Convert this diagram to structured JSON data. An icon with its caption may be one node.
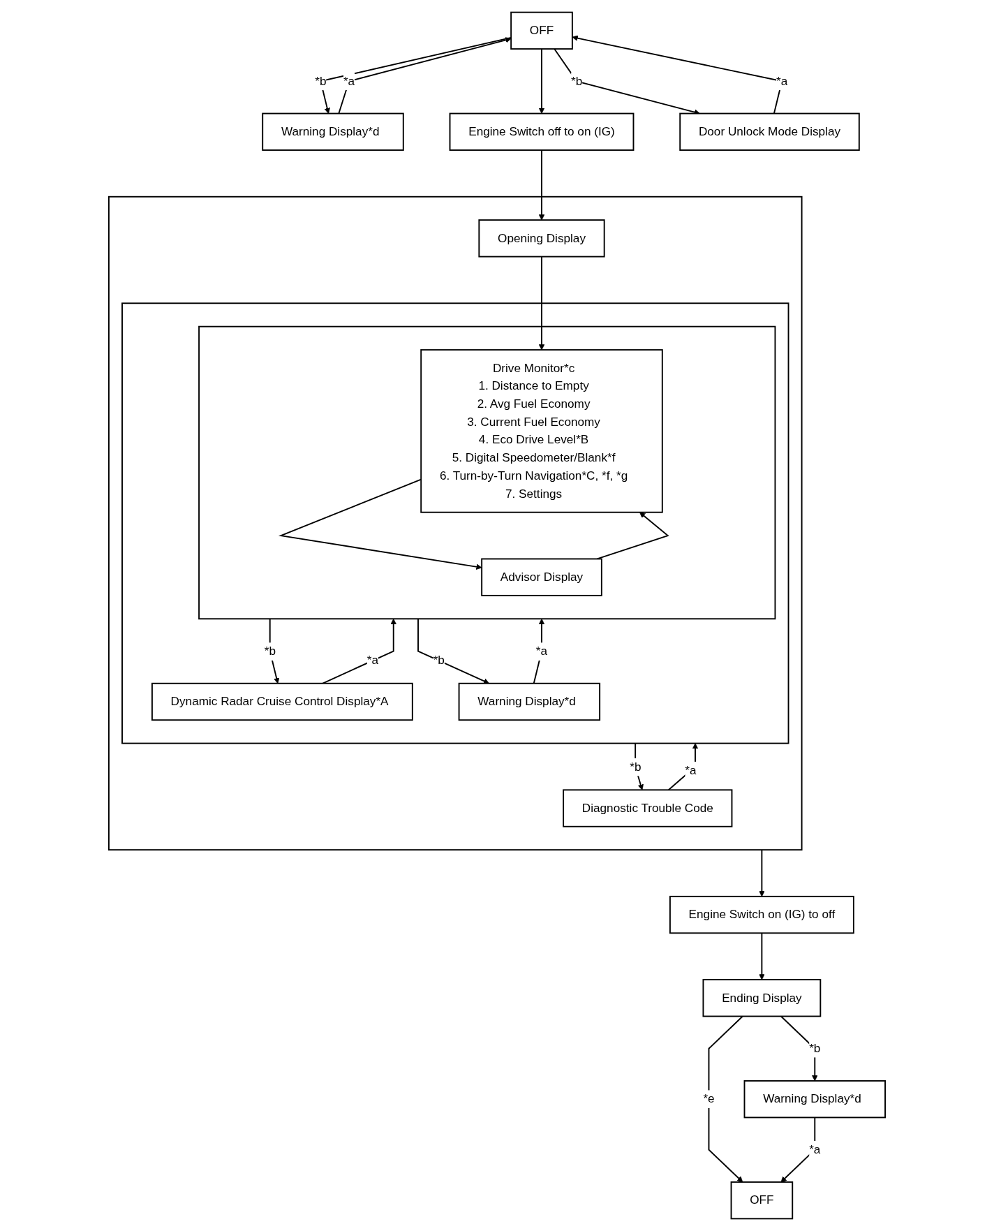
{
  "diagram": {
    "nodes": [
      {
        "text": [
          "OFF"
        ]
      },
      {
        "text": [
          "Warning Display*d"
        ]
      },
      {
        "text": [
          "Engine Switch off to on (IG)"
        ]
      },
      {
        "text": [
          "Door Unlock Mode Display"
        ]
      },
      {
        "text": [],
        "shape": "box"
      },
      {
        "text": [
          "Opening Display"
        ],
        "in": 4
      },
      {
        "text": [
          "Diagnostic Trouble Code"
        ],
        "in": 4
      },
      {
        "text": [],
        "shape": "box",
        "in": 4
      },
      {
        "text": [],
        "shape": "box",
        "in": 7
      },
      {
        "text": [
          "Drive Monitor*c",
          "1. Distance to Empty",
          "2. Avg Fuel Economy",
          "3. Current Fuel Economy",
          "4. Eco Drive Level*B",
          "5. Digital Speedometer/Blank*f",
          "6. Turn-by-Turn Navigation*C, *f, *g",
          "7. Settings"
        ],
        "in": 8
      },
      {
        "text": [
          "Advisor Display"
        ],
        "in": 8
      },
      {
        "text": [
          "Warning Display*d"
        ],
        "in": 7
      },
      {
        "text": [
          "Dynamic Radar Cruise Control Display*A"
        ],
        "in": 7
      },
      {
        "text": [
          "Engine Switch on (IG) to off"
        ]
      },
      {
        "text": [
          "Warning Display*d"
        ]
      },
      {
        "text": [
          "Ending Display"
        ]
      },
      {
        "text": [
          "OFF"
        ]
      }
    ],
    "edges": [
      {
        "from": 0,
        "to": 2,
        "arrow": "to"
      },
      {
        "from": 1,
        "to": 0,
        "arrow": "to",
        "label": "*a"
      },
      {
        "from": 0,
        "to": 1,
        "arrow": "to",
        "label": "*b"
      },
      {
        "from": 0,
        "to": 3,
        "arrow": "to",
        "label": "*b"
      },
      {
        "from": 3,
        "to": 0,
        "arrow": "to",
        "label": "*a"
      },
      {
        "from": 2,
        "to": 5,
        "arrow": "to"
      },
      {
        "from": 5,
        "to": 9,
        "arrow": "to"
      },
      {
        "from": 7,
        "to": 6,
        "arrow": "to",
        "label": "*b"
      },
      {
        "from": 6,
        "to": 7,
        "arrow": "to",
        "label": "*a"
      },
      {
        "from": 11,
        "to": 8,
        "arrow": "to",
        "label": "*a"
      },
      {
        "from": 8,
        "to": 11,
        "arrow": "to",
        "label": "*b"
      },
      {
        "from": 12,
        "to": 8,
        "arrow": "to",
        "label": "*a"
      },
      {
        "from": 8,
        "to": 12,
        "arrow": "to",
        "label": "*b"
      },
      {
        "from": 9,
        "to": 10,
        "arrow": "to"
      },
      {
        "from": 10,
        "to": 9,
        "arrow": "to"
      },
      {
        "from": 4,
        "to": 13,
        "arrow": "to"
      },
      {
        "from": 13,
        "to": 15,
        "arrow": "to"
      },
      {
        "from": 15,
        "to": 14,
        "arrow": "to",
        "label": "*b"
      },
      {
        "from": 15,
        "to": 16,
        "arrow": "to",
        "label": "*e"
      },
      {
        "from": 14,
        "to": 16,
        "arrow": "to",
        "label": "*a"
      }
    ]
  }
}
